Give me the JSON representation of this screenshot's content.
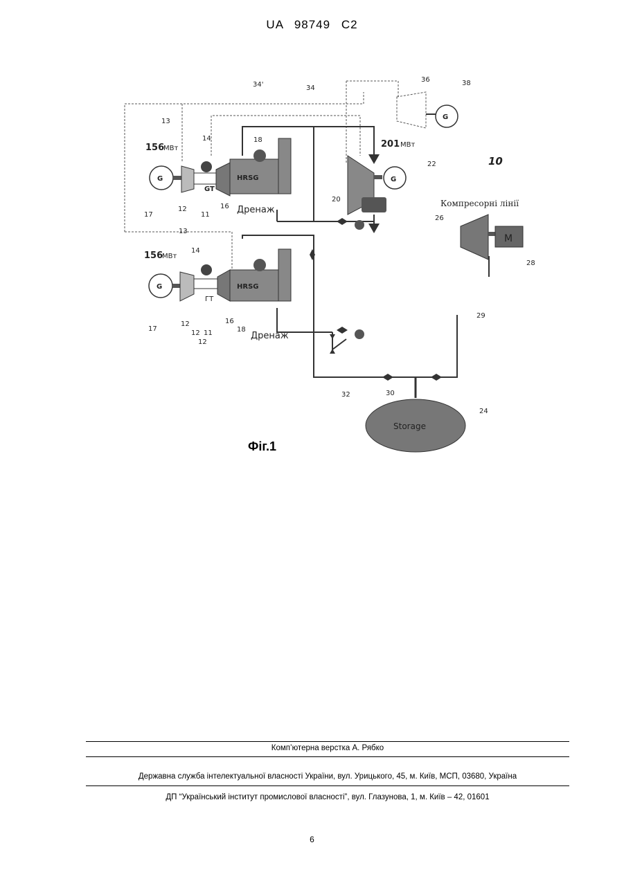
{
  "header": {
    "patent_number": "UA   98749   C2"
  },
  "figure": {
    "caption": "Фіг.1",
    "labels": {
      "ref_34a": "34'",
      "ref_34b": "34",
      "ref_36": "36",
      "ref_38": "38",
      "ref_13_top": "13",
      "ref_14_top": "14",
      "ref_18_top": "18",
      "power_top": "156",
      "unit_top": "МВт",
      "gen_top": "G",
      "gt_top": "GT",
      "hrsg_top": "HRSG",
      "ref_17_top": "17",
      "ref_12_top": "12",
      "ref_11_top": "11",
      "ref_16_top": "16",
      "drain_top": "Дренаж",
      "power_st": "201",
      "unit_st": "МВт",
      "ref_22": "22",
      "gen_st": "G",
      "ref_20": "20",
      "gen_36": "G",
      "ref_10": "10",
      "compressor_lines": "Компресорні лінії",
      "ref_26": "26",
      "motor": "M",
      "ref_28": "28",
      "ref_13_bot": "13",
      "ref_14_bot": "14",
      "power_bot": "156",
      "unit_bot": "МВт",
      "gen_bot": "G",
      "gt_bot": "ГТ",
      "hrsg_bot": "HRSG",
      "ref_17_bot": "17",
      "ref_12_bot": "12",
      "ref_12_bot2": "12",
      "ref_11_bot": "11",
      "ref_12_bot3": "12",
      "ref_16_bot": "16",
      "ref_18_bot": "18",
      "drain_bot": "Дренаж",
      "ref_29": "29",
      "ref_32": "32",
      "ref_30": "30",
      "ref_24": "24",
      "storage": "Storage"
    }
  },
  "footer": {
    "line1": "Комп’ютерна верстка А. Рябко",
    "line2": "Державна служба інтелектуальної власності України, вул. Урицького, 45, м. Київ, МСП, 03680, Україна",
    "line3": "ДП “Український інститут промислової власності”, вул. Глазунова, 1, м. Київ – 42, 01601"
  },
  "page_number": "6"
}
